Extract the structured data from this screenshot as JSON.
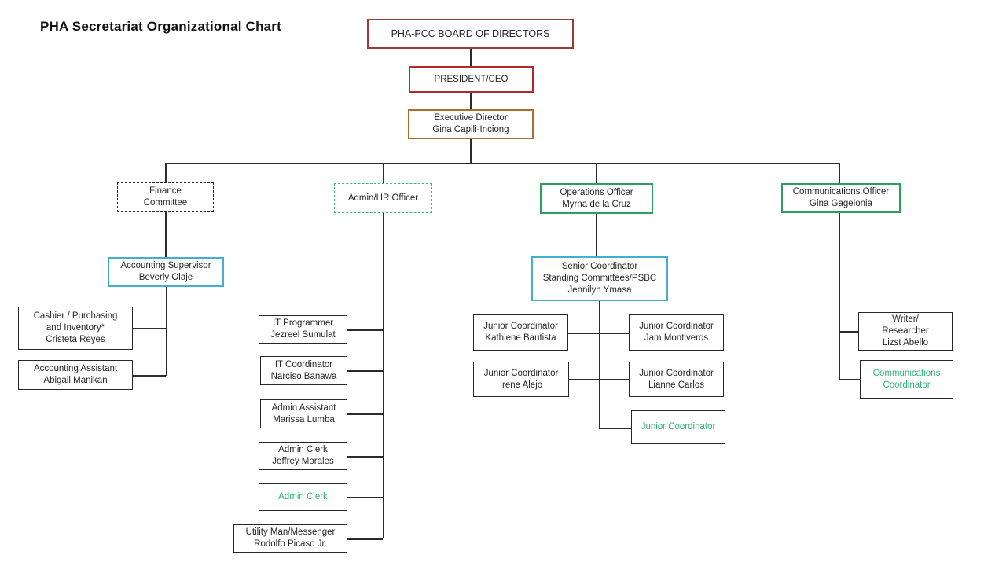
{
  "title": "PHA Secretariat Organizational Chart",
  "colors": {
    "board_border": "#9c3a36",
    "president_border": "#b02a2a",
    "executive_border": "#aa6e28",
    "green_border": "#2e9e5e",
    "green_dashed_border": "#35b878",
    "cyan_border": "#44aed0",
    "black_border": "#262626",
    "green_text": "#2eb573",
    "connector_line": "#2b2b2b"
  },
  "nodes": {
    "board": {
      "line1": "PHA-PCC BOARD OF DIRECTORS"
    },
    "president": {
      "line1": "PRESIDENT/CEO"
    },
    "executive_director": {
      "line1": "Executive Director",
      "line2": "Gina Capili-Inciong"
    },
    "finance_committee": {
      "line1": "Finance",
      "line2": "Committee"
    },
    "admin_hr_officer": {
      "line1": "Admin/HR Officer"
    },
    "operations_officer": {
      "line1": "Operations Officer",
      "line2": "Myrna de la Cruz"
    },
    "communications_officer": {
      "line1": "Communications Officer",
      "line2": "Gina Gagelonia"
    },
    "accounting_supervisor": {
      "line1": "Accounting Supervisor",
      "line2": "Beverly Olaje"
    },
    "cashier_purchasing": {
      "line1": "Cashier / Purchasing",
      "line2": "and Inventory*",
      "line3": "Cristeta Reyes"
    },
    "accounting_assistant": {
      "line1": "Accounting Assistant",
      "line2": "Abigail Manikan"
    },
    "it_programmer": {
      "line1": "IT Programmer",
      "line2": "Jezreel Sumulat"
    },
    "it_coordinator": {
      "line1": "IT Coordinator",
      "line2": "Narciso Banawa"
    },
    "admin_assistant": {
      "line1": "Admin Assistant",
      "line2": "Marissa Lumba"
    },
    "admin_clerk_filled": {
      "line1": "Admin Clerk",
      "line2": "Jeffrey Morales"
    },
    "admin_clerk_vacant": {
      "line1": "Admin Clerk"
    },
    "utility_man": {
      "line1": "Utility Man/Messenger",
      "line2": "Rodolfo Picaso Jr."
    },
    "senior_coordinator": {
      "line1": "Senior Coordinator",
      "line2": "Standing Committees/PSBC",
      "line3": "Jennilyn Ymasa"
    },
    "junior_coordinator_bautista": {
      "line1": "Junior Coordinator",
      "line2": "Kathlene Bautista"
    },
    "junior_coordinator_montiveros": {
      "line1": "Junior Coordinator",
      "line2": "Jam Montiveros"
    },
    "junior_coordinator_alejo": {
      "line1": "Junior Coordinator",
      "line2": "Irene Alejo"
    },
    "junior_coordinator_carlos": {
      "line1": "Junior Coordinator",
      "line2": "Lianne Carlos"
    },
    "junior_coordinator_vacant": {
      "line1": "Junior Coordinator"
    },
    "writer_researcher": {
      "line1": "Writer/",
      "line2": "Researcher",
      "line3": "Lizst Abello"
    },
    "communications_coordinator": {
      "line1": "Communications",
      "line2": "Coordinator"
    }
  }
}
